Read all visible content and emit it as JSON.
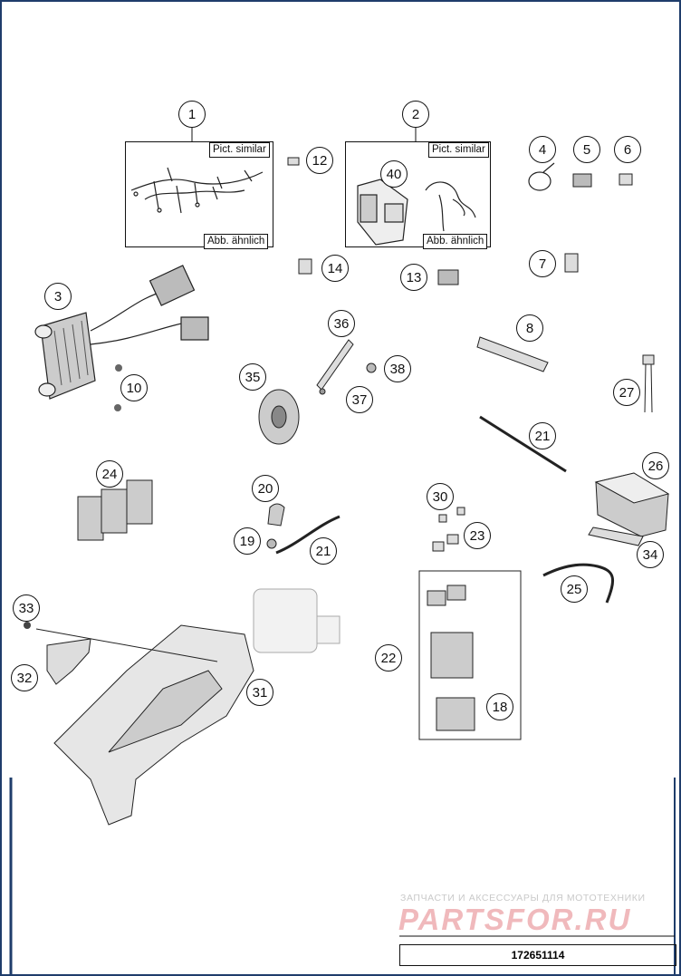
{
  "diagram": {
    "pict_note_en": "Pict. similar",
    "pict_note_de": "Abb. ähnlich",
    "document_number": "172651114",
    "watermark": {
      "line1": "ЗАПЧАСТИ И АКСЕССУАРЫ ДЛЯ МОТОТЕХНИКИ",
      "line2": "PARTSFOR.RU"
    },
    "callouts": {
      "c1": "1",
      "c2": "2",
      "c3": "3",
      "c4": "4",
      "c5": "5",
      "c6": "6",
      "c7": "7",
      "c8": "8",
      "c10": "10",
      "c12": "12",
      "c13": "13",
      "c14": "14",
      "c18": "18",
      "c19": "19",
      "c20": "20",
      "c21a": "21",
      "c21b": "21",
      "c22": "22",
      "c23": "23",
      "c24": "24",
      "c25": "25",
      "c26": "26",
      "c27": "27",
      "c30": "30",
      "c31": "31",
      "c32": "32",
      "c33": "33",
      "c34": "34",
      "c35": "35",
      "c36": "36",
      "c37": "37",
      "c38": "38",
      "c40": "40"
    }
  }
}
